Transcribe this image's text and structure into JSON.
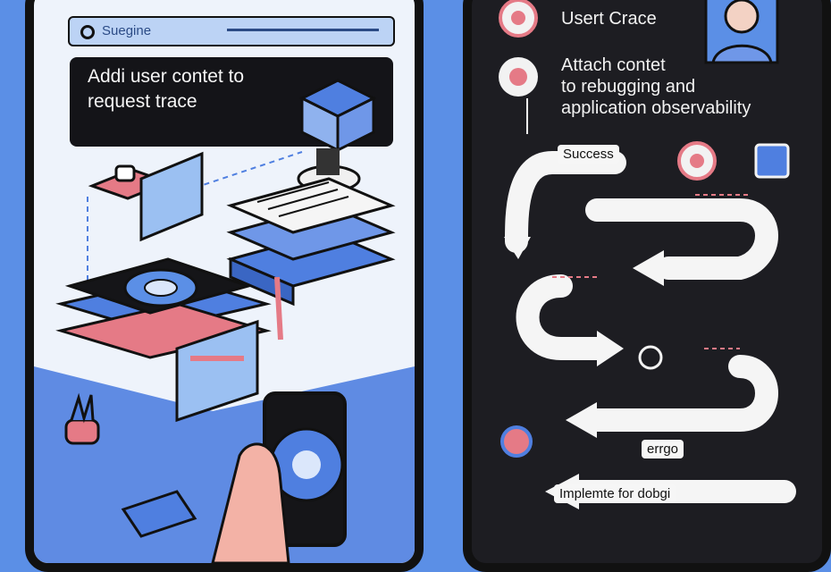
{
  "left_panel": {
    "search_label": "Suegine",
    "title_line1": "Addi user contet to",
    "title_line2": "request trace"
  },
  "right_panel": {
    "user_label": "Usert Crace",
    "attach_line1": "Attach contet",
    "attach_line2": "to rebugging and",
    "attach_line3": "application observability",
    "success_label": "Success",
    "error_label": "errgo",
    "implement_label": "Implemte for dobgi"
  },
  "colors": {
    "background": "#5b8fe6",
    "dark_panel": "#1d1d22",
    "accent_blue": "#4f7fe0",
    "accent_pink": "#e57a86"
  },
  "icons": [
    "search-icon",
    "isometric-server-icon",
    "document-stack-icon",
    "device-icon",
    "phone-hand-icon",
    "plant-icon",
    "user-avatar-icon",
    "target-icon",
    "arrow-flow-icon"
  ]
}
